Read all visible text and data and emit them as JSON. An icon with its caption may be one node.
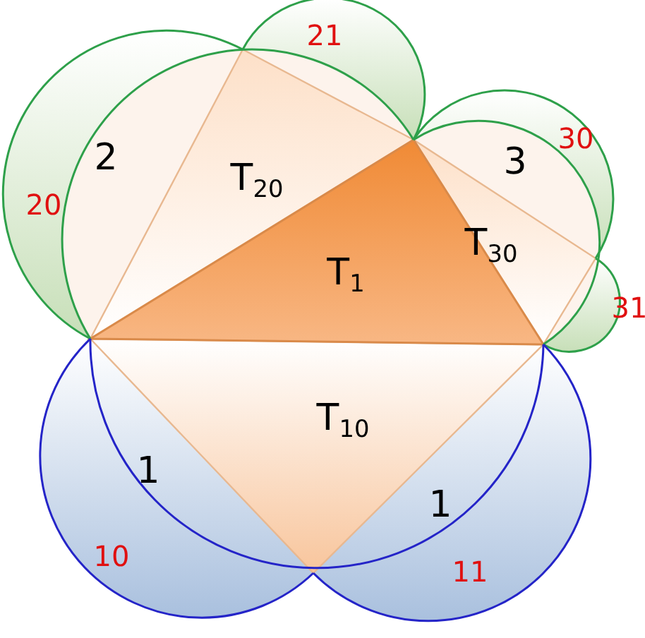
{
  "diagram": {
    "labels": [
      "21",
      "2",
      "T$_{20}$",
      "30",
      "3",
      "20",
      "T$_{30}$",
      "T$_{1}$",
      "31",
      "T$_{10}$",
      "1",
      "1",
      "10",
      "11"
    ]
  }
}
